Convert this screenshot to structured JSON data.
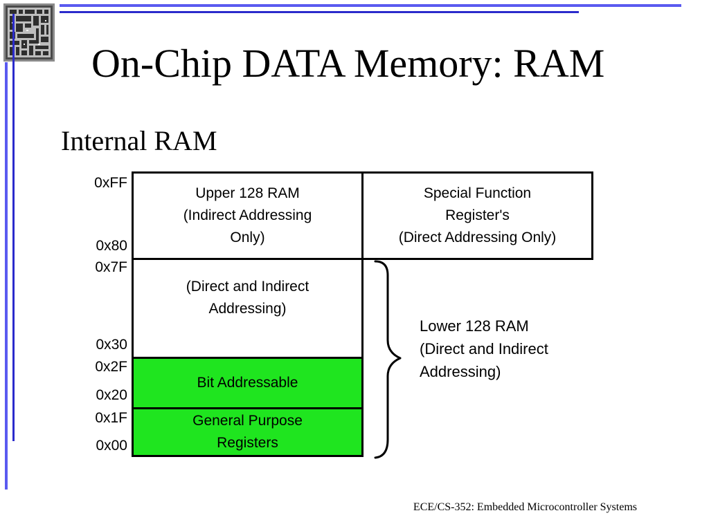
{
  "slide": {
    "title": "On-Chip DATA Memory: RAM",
    "subtitle": "Internal RAM",
    "footer": "ECE/CS-352: Embedded Microcontroller Systems"
  },
  "colors": {
    "accent_line": "#5A5AF0",
    "accent_line_dark": "#2B2BCC",
    "highlight_green": "#1FE51F"
  },
  "icons": {
    "logo": "chip-die-photo-icon"
  },
  "memory_map": {
    "addresses": {
      "a_ff": "0xFF",
      "a_80": "0x80",
      "a_7f": "0x7F",
      "a_30": "0x30",
      "a_2f": "0x2F",
      "a_20": "0x20",
      "a_1f": "0x1F",
      "a_00": "0x00"
    },
    "regions": {
      "upper_128": "Upper 128 RAM\n(Indirect Addressing\nOnly)",
      "sfr": "Special Function\nRegister's\n(Direct Addressing Only)",
      "direct_indirect": "(Direct and Indirect\nAddressing)",
      "bit_addressable": "Bit Addressable",
      "general_purpose": "General Purpose\nRegisters"
    },
    "lower_label": "Lower 128 RAM\n(Direct and Indirect\nAddressing)"
  }
}
